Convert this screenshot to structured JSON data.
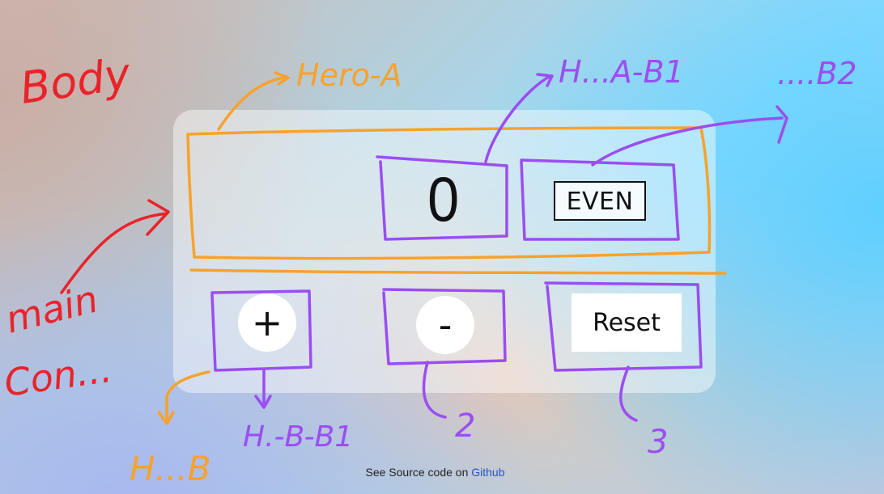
{
  "counter": {
    "count": "0",
    "parity": "EVEN"
  },
  "buttons": {
    "increment": "+",
    "decrement": "-",
    "reset": "Reset"
  },
  "footer": {
    "text": "See Source code on",
    "link": "Github"
  },
  "annotations": {
    "body": "Body",
    "hero_a": "Hero-A",
    "hero_a_b1": "H...A-B1",
    "b2": "....B2",
    "main_con": "main",
    "main_con_2": "Con...",
    "hero_b": "H...B",
    "hero_b_b1": "H.-B-B1",
    "label_2": "2",
    "label_3": "3"
  },
  "colors": {
    "annotation_red": "#e8232a",
    "annotation_orange": "#f7a22c",
    "annotation_purple": "#9b4df2",
    "link_blue": "#2356c7"
  }
}
